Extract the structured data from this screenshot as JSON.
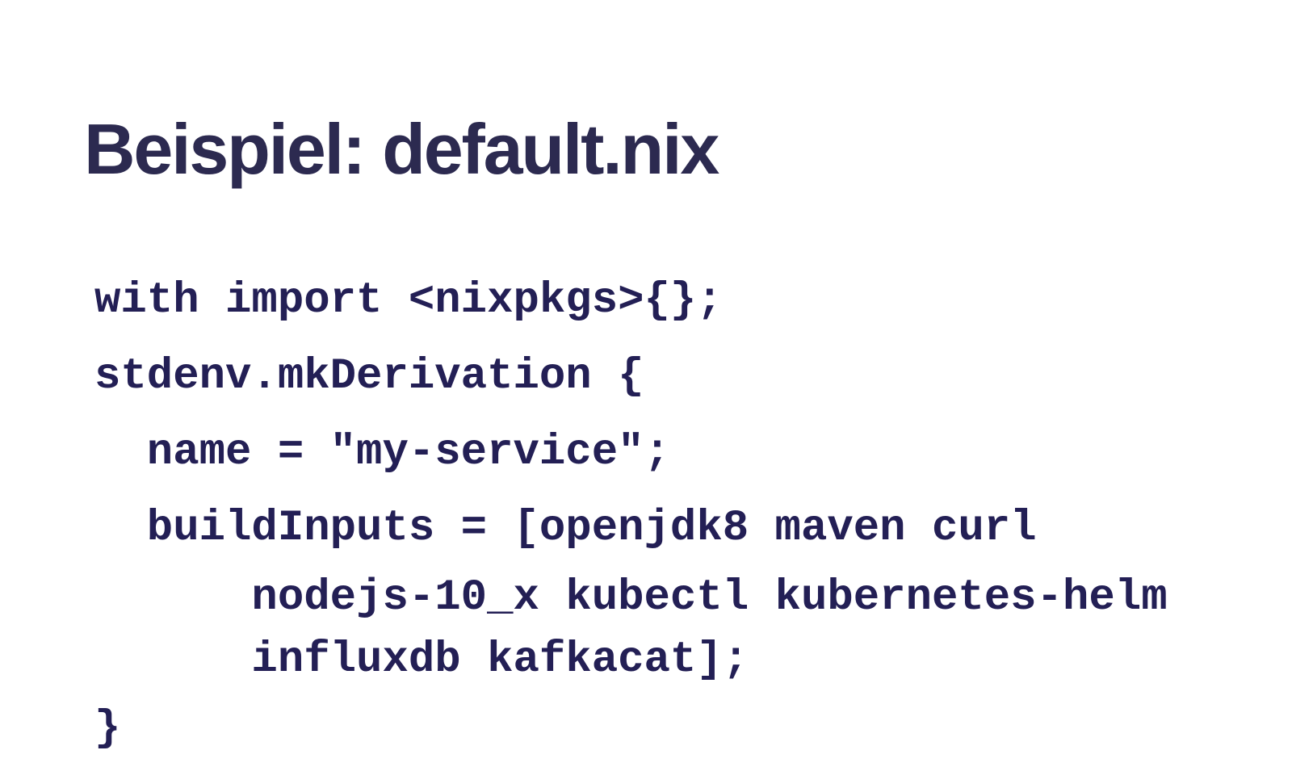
{
  "slide": {
    "title": "Beispiel: default.nix",
    "background_color": "#ffffff",
    "title_color": "#2c2a50",
    "code_color": "#231f55",
    "language": "nix",
    "filename": "default.nix"
  },
  "code": {
    "lines": [
      {
        "text": "with import <nixpkgs>{};",
        "indent": 0,
        "continuation": false
      },
      {
        "text": "stdenv.mkDerivation {",
        "indent": 0,
        "continuation": false
      },
      {
        "text": "  name = \"my-service\";",
        "indent": 2,
        "continuation": false
      },
      {
        "text": "  buildInputs = [openjdk8 maven curl",
        "indent": 2,
        "continuation": false
      },
      {
        "text": "      nodejs-10_x kubectl kubernetes-helm",
        "indent": 6,
        "continuation": true
      },
      {
        "text": "      influxdb kafkacat];",
        "indent": 6,
        "continuation": true
      },
      {
        "text": "}",
        "indent": 0,
        "continuation": false
      }
    ]
  }
}
